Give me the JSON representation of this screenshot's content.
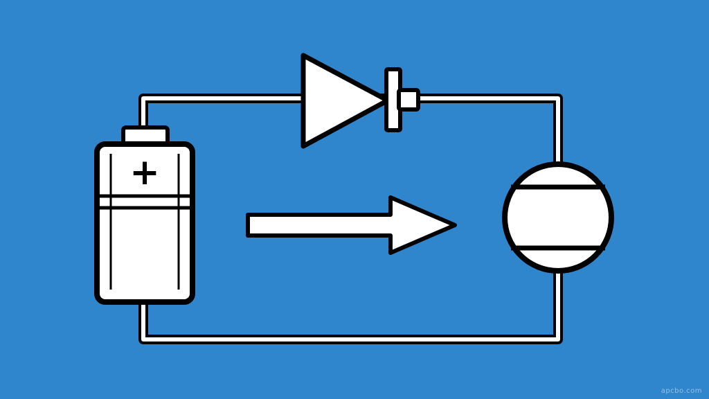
{
  "colors": {
    "background": "#2f86cd",
    "wire_fill": "#ffffff",
    "outline": "#000000",
    "watermark_text": "#a9cbe8"
  },
  "diagram": {
    "components": [
      {
        "id": "battery",
        "icon": "battery-icon"
      },
      {
        "id": "diode",
        "icon": "diode-icon"
      },
      {
        "id": "load",
        "icon": "lamp-icon"
      },
      {
        "id": "current-direction",
        "icon": "arrow-right-icon"
      }
    ]
  },
  "battery": {
    "terminal_symbol": "+"
  },
  "watermark": {
    "text": "apcbo.com"
  }
}
